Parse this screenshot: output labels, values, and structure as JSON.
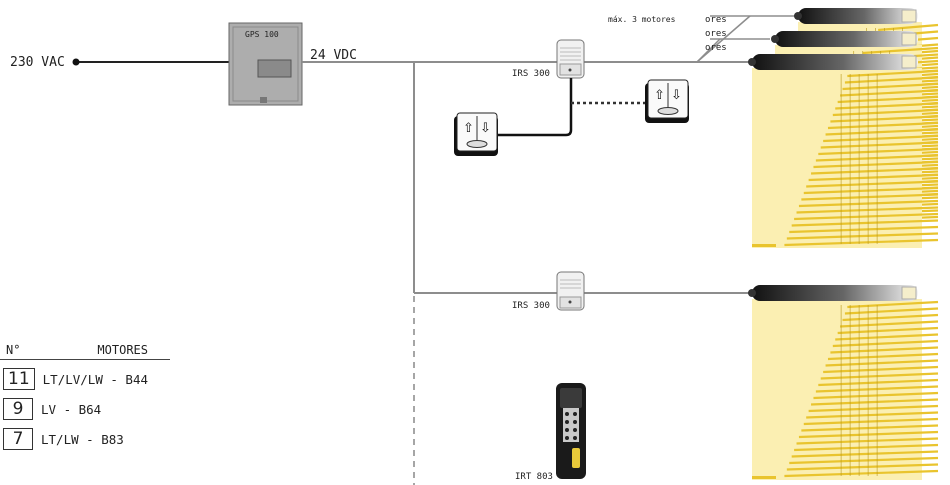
{
  "labels": {
    "input_voltage": "230 VAC",
    "output_voltage": "24 VDC",
    "power_supply": "GPS 100",
    "receiver_top": "IRS 300",
    "receiver_bottom": "IRS 300",
    "remote": "IRT 803",
    "max_motors": "máx. 3 motores",
    "motor_tag_1": "ores",
    "motor_tag_2": "ores",
    "motor_tag_3": "ores"
  },
  "legend": {
    "col_number": "N°",
    "col_motors": "MOTORES",
    "rows": [
      {
        "number": "11",
        "motors": "LT/LV/LW - B44"
      },
      {
        "number": "9",
        "motors": "LV - B64"
      },
      {
        "number": "7",
        "motors": "LT/LW - B83"
      }
    ]
  },
  "colors": {
    "blind_fill": "#fbefb2",
    "slat": "#e9c42e",
    "slat_dark": "#b89818",
    "wire": "#888888",
    "power_supply": "#a8a8a8"
  },
  "icons": {
    "switch_left": "up-down-switch-icon",
    "switch_right": "up-down-switch-icon",
    "remote": "remote-control-icon"
  }
}
